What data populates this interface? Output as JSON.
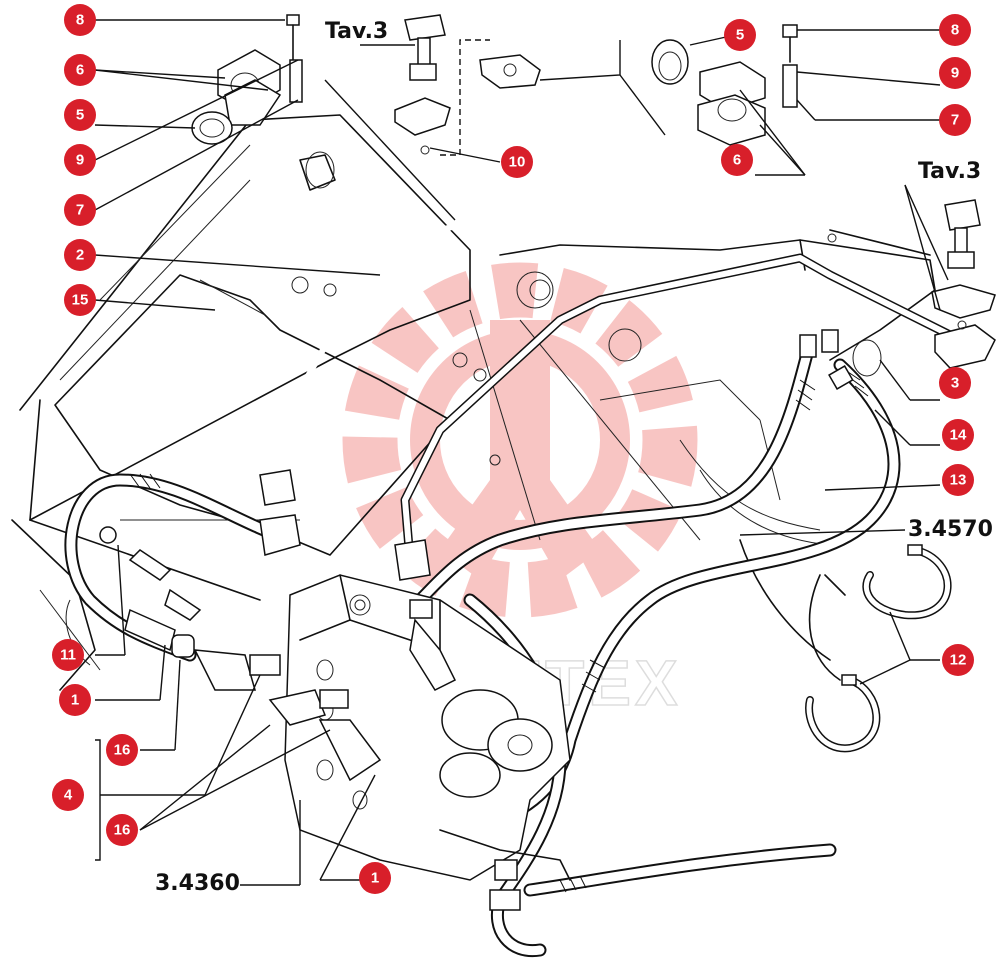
{
  "colors": {
    "callout_fill": "#d81f2a",
    "callout_text": "#ffffff",
    "line": "#111111",
    "watermark": "#e8332c"
  },
  "watermark": {
    "text": "HIFTEX",
    "icon": "gear-wrench-logo"
  },
  "references": {
    "tav3_top": "Tav.3",
    "tav3_right": "Tav.3",
    "ref_3_4570": "3.4570",
    "ref_3_4360": "3.4360"
  },
  "callouts": [
    {
      "id": "c8a",
      "label": "8"
    },
    {
      "id": "c6a",
      "label": "6"
    },
    {
      "id": "c5a",
      "label": "5"
    },
    {
      "id": "c9a",
      "label": "9"
    },
    {
      "id": "c7a",
      "label": "7"
    },
    {
      "id": "c2",
      "label": "2"
    },
    {
      "id": "c15",
      "label": "15"
    },
    {
      "id": "c11",
      "label": "11"
    },
    {
      "id": "c1a",
      "label": "1"
    },
    {
      "id": "c16a",
      "label": "16"
    },
    {
      "id": "c4",
      "label": "4"
    },
    {
      "id": "c16b",
      "label": "16"
    },
    {
      "id": "c1b",
      "label": "1"
    },
    {
      "id": "c10",
      "label": "10"
    },
    {
      "id": "c5b",
      "label": "5"
    },
    {
      "id": "c6b",
      "label": "6"
    },
    {
      "id": "c8b",
      "label": "8"
    },
    {
      "id": "c9b",
      "label": "9"
    },
    {
      "id": "c7b",
      "label": "7"
    },
    {
      "id": "c3",
      "label": "3"
    },
    {
      "id": "c14",
      "label": "14"
    },
    {
      "id": "c13",
      "label": "13"
    },
    {
      "id": "c12",
      "label": "12"
    }
  ]
}
